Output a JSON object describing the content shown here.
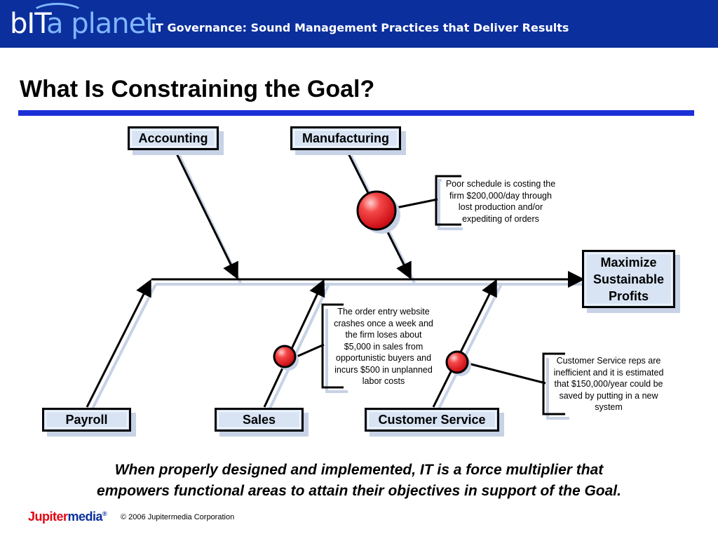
{
  "header": {
    "logo_part1": "bIT",
    "logo_part2": "a planet",
    "banner_title": "IT Governance: Sound Management Practices that Deliver Results",
    "brand_color": "#0b2f9c"
  },
  "title": "What Is Constraining the Goal?",
  "diagram": {
    "categories": [
      "Accounting",
      "Manufacturing",
      "Payroll",
      "Sales",
      "Customer Service"
    ],
    "goal": [
      "Maximize",
      "Sustainable",
      "Profits"
    ],
    "constraints": [
      {
        "category": "Manufacturing",
        "lines": [
          "Poor schedule is costing the",
          "firm $200,000/day through",
          "lost production and/or",
          "expediting of orders"
        ]
      },
      {
        "category": "Sales",
        "lines": [
          "The order entry website",
          "crashes once a week and",
          "the firm loses about",
          "$5,000 in sales from",
          "opportunistic buyers and",
          "incurs $500 in unplanned",
          "labor costs"
        ]
      },
      {
        "category": "Customer Service",
        "lines": [
          "Customer Service reps are",
          "inefficient and it is estimated",
          "that $150,000/year could be",
          "saved by putting in a new",
          "system"
        ]
      }
    ],
    "marker_color": "#e8121b",
    "box_fill": "#d8e4f4"
  },
  "footer": {
    "statement_line1": "When properly designed and implemented, IT is a force multiplier that",
    "statement_line2": "empowers functional areas to attain their objectives in support of the Goal.",
    "company_logo_part1": "Jupiter",
    "company_logo_part2": "media",
    "copyright": "© 2006 Jupitermedia Corporation"
  }
}
